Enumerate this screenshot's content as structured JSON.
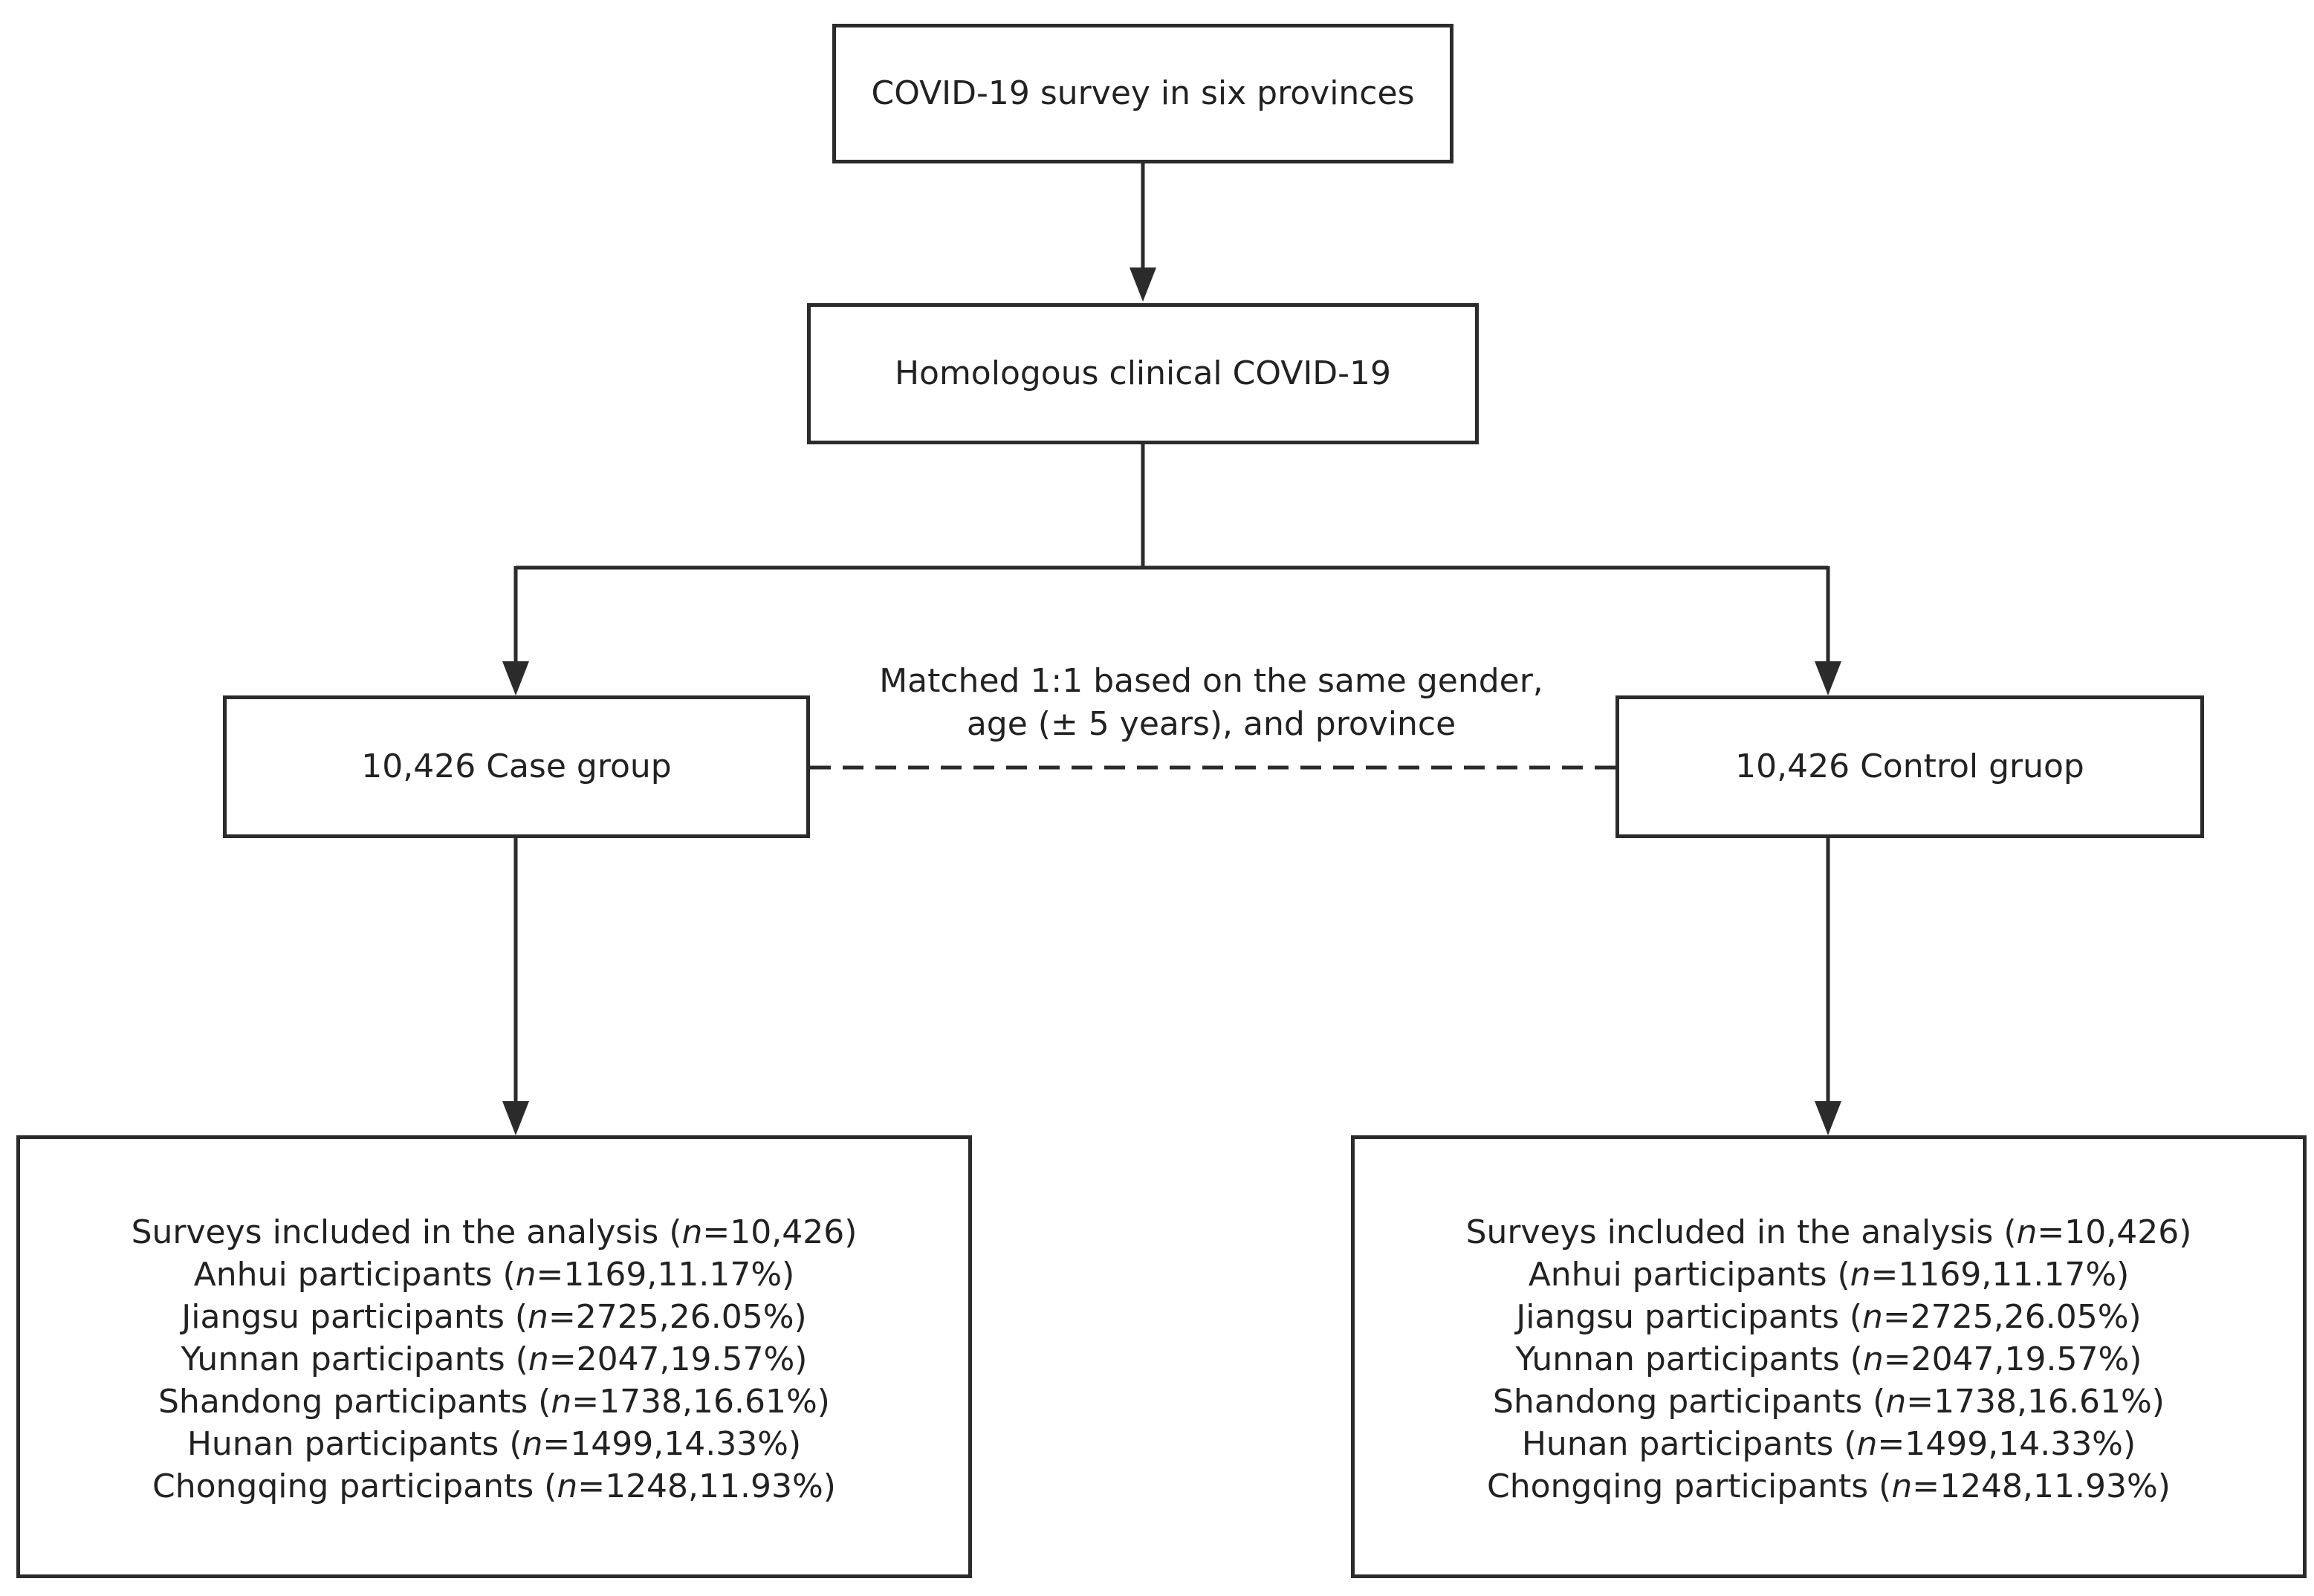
{
  "nodes": {
    "top": {
      "label": "COVID-19 survey in six provinces"
    },
    "middle": {
      "label": "Homologous clinical COVID-19"
    },
    "case": {
      "label": "10,426 Case group"
    },
    "control": {
      "label": "10,426 Control gruop"
    }
  },
  "match_note": {
    "line1": "Matched 1:1 based on the same gender,",
    "line2": "age (± 5 years), and province"
  },
  "case_details": {
    "rows": [
      {
        "prefix": "Surveys included in the analysis (",
        "n": "n",
        "rest": "=10,426)"
      },
      {
        "prefix": "Anhui participants (",
        "n": "n",
        "rest": "=1169,11.17%)"
      },
      {
        "prefix": "Jiangsu participants (",
        "n": "n",
        "rest": "=2725,26.05%)"
      },
      {
        "prefix": "Yunnan participants (",
        "n": "n",
        "rest": "=2047,19.57%)"
      },
      {
        "prefix": "Shandong participants (",
        "n": "n",
        "rest": "=1738,16.61%)"
      },
      {
        "prefix": "Hunan participants (",
        "n": "n",
        "rest": "=1499,14.33%)"
      },
      {
        "prefix": "Chongqing participants (",
        "n": "n",
        "rest": "=1248,11.93%)"
      }
    ]
  },
  "control_details": {
    "rows": [
      {
        "prefix": "Surveys included in the analysis (",
        "n": "n",
        "rest": "=10,426)"
      },
      {
        "prefix": "Anhui participants (",
        "n": "n",
        "rest": "=1169,11.17%)"
      },
      {
        "prefix": "Jiangsu participants (",
        "n": "n",
        "rest": "=2725,26.05%)"
      },
      {
        "prefix": "Yunnan participants (",
        "n": "n",
        "rest": "=2047,19.57%)"
      },
      {
        "prefix": "Shandong participants (",
        "n": "n",
        "rest": "=1738,16.61%)"
      },
      {
        "prefix": "Hunan participants (",
        "n": "n",
        "rest": "=1499,14.33%)"
      },
      {
        "prefix": "Chongqing participants (",
        "n": "n",
        "rest": "=1248,11.93%)"
      }
    ]
  },
  "colors": {
    "stroke": "#2b2b2b",
    "text": "#222222",
    "background": "#ffffff"
  }
}
